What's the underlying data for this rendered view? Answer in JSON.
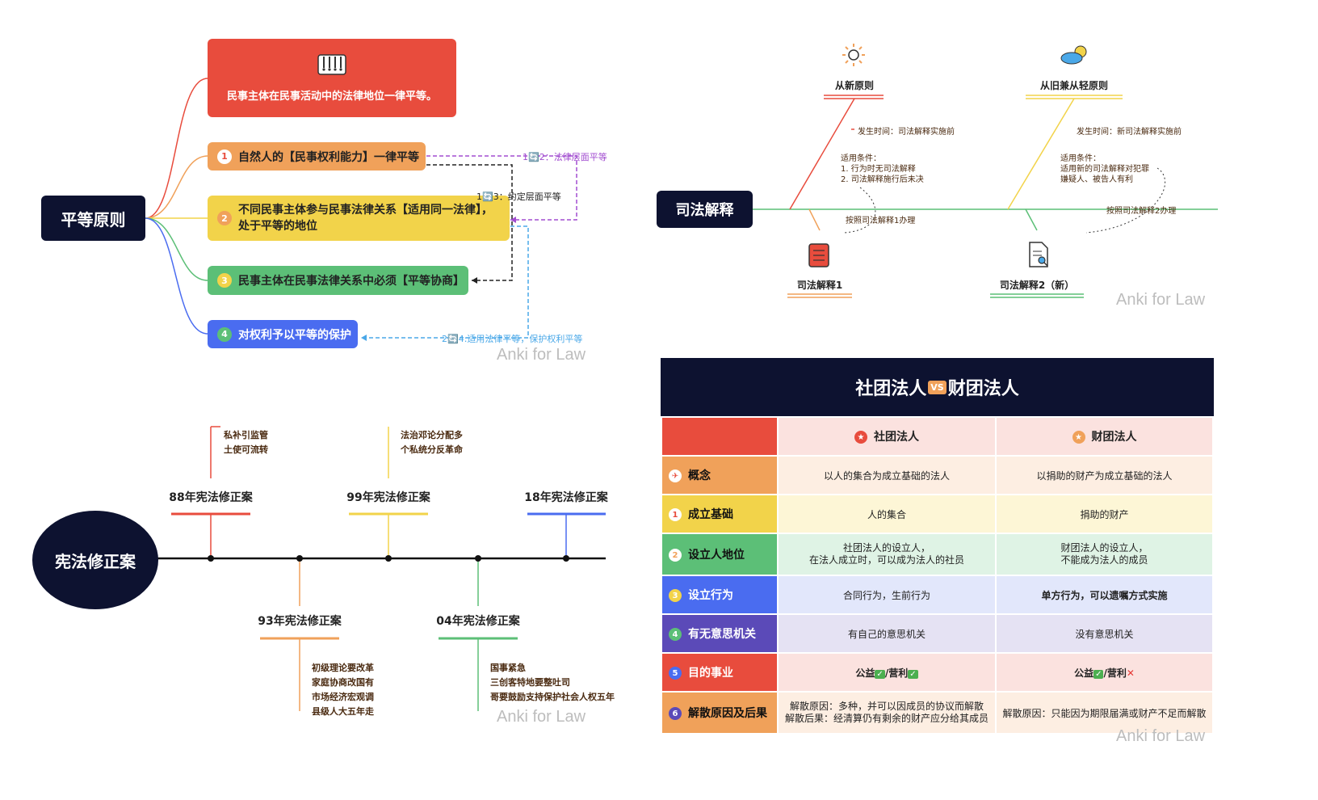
{
  "equality": {
    "root": "平等原则",
    "top_text": "民事主体在民事活动中的法律地位一律平等。",
    "items": [
      {
        "num": "1",
        "text": "自然人的【民事权利能力】一律平等"
      },
      {
        "num": "2",
        "text_line1": "不同民事主体参与民事法律关系【适用同一法律】，",
        "text_line2": "处于平等的地位"
      },
      {
        "num": "3",
        "text": "民事主体在民事法律关系中必须【平等协商】"
      },
      {
        "num": "4",
        "text": "对权利予以平等的保护"
      }
    ],
    "links": {
      "l12": "1🔄2：法律层面平等",
      "l13": "1🔄3：约定层面平等",
      "l24": "2🔄4:适用法律平等，保护权利平等"
    },
    "colors": {
      "top": "#e84c3d",
      "n1": "#f0a15a",
      "n2": "#f2d34a",
      "n3": "#5cbf77",
      "n4": "#4a6cf0"
    }
  },
  "judicial": {
    "root": "司法解释",
    "principle1": "从新原则",
    "principle2": "从旧兼从轻原则",
    "p1_time": "发生时间：司法解释实施前",
    "p1_cond_title": "适用条件：",
    "p1_cond1": "1. 行为时无司法解释",
    "p1_cond2": "2. 司法解释施行后未决",
    "p1_result": "按照司法解释1办理",
    "p2_time": "发生时间：新司法解释实施前",
    "p2_cond_title": "适用条件：",
    "p2_cond1": "适用新的司法解释对犯罪",
    "p2_cond2": "嫌疑人、被告人有利",
    "p2_result": "按照司法解释2办理",
    "doc1": "司法解释1",
    "doc2": "司法解释2（新）"
  },
  "constitution": {
    "root": "宪法修正案",
    "items": [
      {
        "title": "88年宪法修正案",
        "notes": [
          "私补引监管",
          "土使可流转"
        ]
      },
      {
        "title": "93年宪法修正案",
        "notes": [
          "初级理论要改革",
          "家庭协商改国有",
          "市场经济宏观调",
          "县级人大五年走"
        ]
      },
      {
        "title": "99年宪法修正案",
        "notes": [
          "法治邓论分配多",
          "个私统分反革命"
        ]
      },
      {
        "title": "04年宪法修正案",
        "notes": [
          "国事紧急",
          "三创客特地要整吐司",
          "哥要鼓励支持保护社会人权五年"
        ]
      },
      {
        "title": "18年宪法修正案",
        "notes": []
      }
    ]
  },
  "compare": {
    "title_left": "社团法人",
    "vs": "VS",
    "title_right": "财团法人",
    "col1": "社团法人",
    "col2": "财团法人",
    "rows": [
      {
        "num": "✈",
        "label": "概念",
        "a": "以人的集合为成立基础的法人",
        "b": "以捐助的财产为成立基础的法人",
        "color": "#f0a15a",
        "bg": "#fdeee2"
      },
      {
        "num": "1",
        "label": "成立基础",
        "a": "人的集合",
        "b": "捐助的财产",
        "color": "#f2d34a",
        "bg": "#fdf6d6"
      },
      {
        "num": "2",
        "label": "设立人地位",
        "a1": "社团法人的设立人，",
        "a2": "在法人成立时，可以成为法人的社员",
        "b1": "财团法人的设立人，",
        "b2": "不能成为法人的成员",
        "color": "#5cbf77",
        "bg": "#dff3e5"
      },
      {
        "num": "3",
        "label": "设立行为",
        "a": "合同行为，生前行为",
        "b": "单方行为，可以遗嘱方式实施",
        "color": "#4a6cf0",
        "bg": "#e2e7fb"
      },
      {
        "num": "4",
        "label": "有无意思机关",
        "a": "有自己的意思机关",
        "b": "没有意思机关",
        "color": "#5b4ab8",
        "bg": "#e5e2f3"
      },
      {
        "num": "5",
        "label": "目的事业",
        "a_p1": "公益",
        "a_p2": "/营利",
        "b_p1": "公益",
        "b_p2": "/营利",
        "color": "#e84c3d",
        "bg": "#fbe2df"
      },
      {
        "num": "6",
        "label": "解散原因及后果",
        "a1": "解散原因：多种，并可以因成员的协议而解散",
        "a2": "解散后果：经清算仍有剩余的财产应分给其成员",
        "b": "解散原因：只能因为期限届满或财产不足而解散",
        "color": "#f0a15a",
        "bg": "#fdeee2"
      }
    ]
  },
  "watermark": "Anki for Law"
}
